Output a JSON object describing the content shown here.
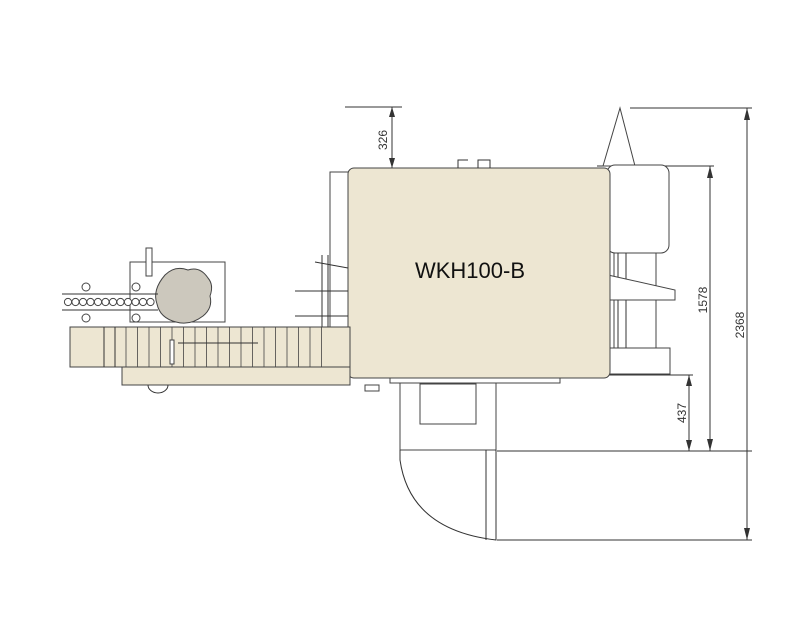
{
  "model_label": "WKH100-B",
  "dimensions": {
    "top_offset": "326",
    "height_main": "1578",
    "height_total": "2368",
    "bottom_offset": "437"
  },
  "colors": {
    "body": "#ede6d2",
    "drum": "#ccc8bd",
    "line": "#333333"
  }
}
